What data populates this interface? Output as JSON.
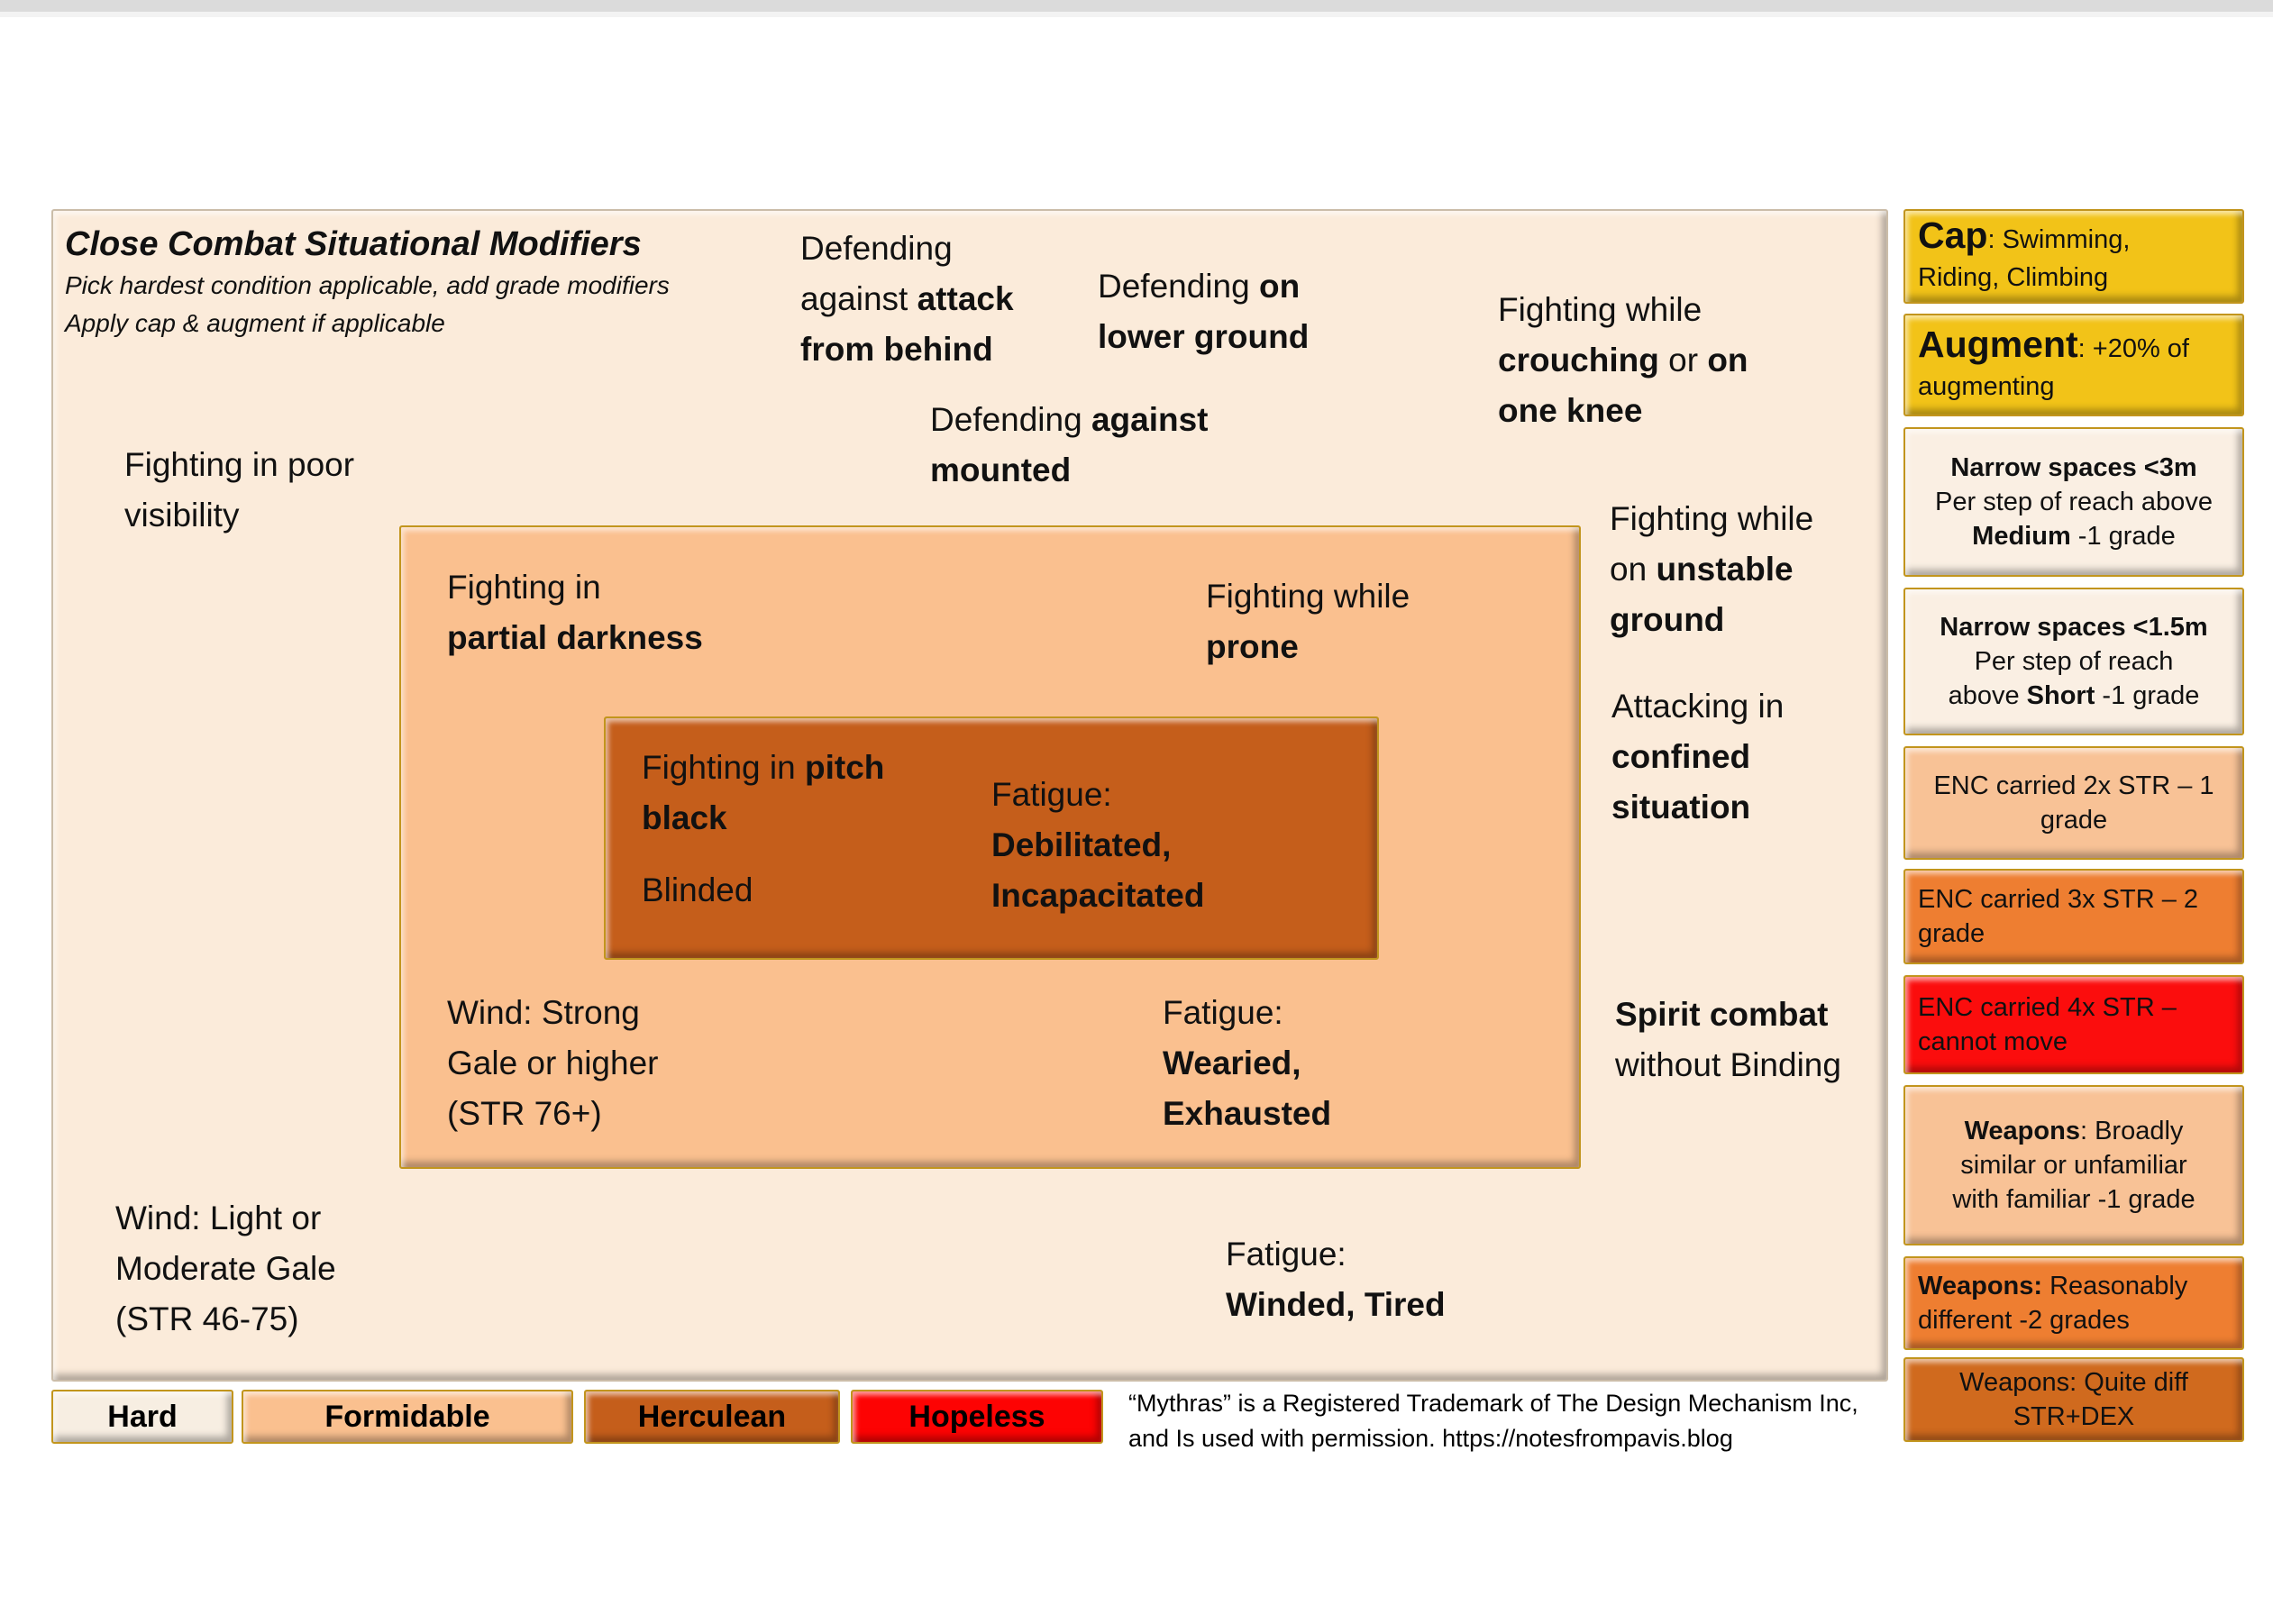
{
  "colors": {
    "hard": "#FBEBDA",
    "formidable": "#FAC08F",
    "herculean": "#C55E1B",
    "hopeless": "#FD0303",
    "gold": "#F2C318",
    "cream_card": "#FAEFE3",
    "peach": "#F8C296",
    "orange": "#EE7E31",
    "enc_red": "#FB0D0D",
    "dark_orange": "#D06A1E"
  },
  "title": {
    "heading": "Close Combat Situational Modifiers",
    "sub1": "Pick hardest condition applicable, add grade modifiers",
    "sub2": "Apply cap & augment if applicable"
  },
  "labels": {
    "defending_behind": [
      [
        [
          "Defending"
        ]
      ],
      [
        [
          "against "
        ],
        [
          "attack",
          1
        ]
      ],
      [
        [
          "from behind",
          1
        ]
      ]
    ],
    "defending_lower": [
      [
        [
          "Defending "
        ],
        [
          "on",
          1
        ]
      ],
      [
        [
          "lower ground",
          1
        ]
      ]
    ],
    "crouching": [
      [
        [
          "Fighting while"
        ]
      ],
      [
        [
          "crouching",
          1
        ],
        [
          " or "
        ],
        [
          "on",
          1
        ]
      ],
      [
        [
          "one knee",
          1
        ]
      ]
    ],
    "defending_mounted": [
      [
        [
          "Defending "
        ],
        [
          "against",
          1
        ]
      ],
      [
        [
          "mounted",
          1
        ]
      ]
    ],
    "poor_visibility": [
      [
        [
          "Fighting in poor"
        ]
      ],
      [
        [
          "visibility"
        ]
      ]
    ],
    "unstable_ground": [
      [
        [
          "Fighting while"
        ]
      ],
      [
        [
          "on "
        ],
        [
          "unstable",
          1
        ]
      ],
      [
        [
          "ground",
          1
        ]
      ]
    ],
    "partial_darkness": [
      [
        [
          "Fighting in"
        ]
      ],
      [
        [
          "partial darkness",
          1
        ]
      ]
    ],
    "prone": [
      [
        [
          "Fighting while"
        ]
      ],
      [
        [
          "prone",
          1
        ]
      ]
    ],
    "confined": [
      [
        [
          "Attacking in"
        ]
      ],
      [
        [
          "confined",
          1
        ]
      ],
      [
        [
          "situation",
          1
        ]
      ]
    ],
    "pitch_black": [
      [
        [
          "Fighting in "
        ],
        [
          "pitch",
          1
        ]
      ],
      [
        [
          "black",
          1
        ]
      ]
    ],
    "blinded": [
      [
        [
          "Blinded"
        ]
      ]
    ],
    "fatigue_debilitated": [
      [
        [
          "Fatigue:"
        ]
      ],
      [
        [
          "Debilitated,",
          1
        ]
      ],
      [
        [
          "Incapacitated",
          1
        ]
      ]
    ],
    "wind_strong": [
      [
        [
          "Wind: Strong"
        ]
      ],
      [
        [
          "Gale or higher"
        ]
      ],
      [
        [
          "(STR 76+)"
        ]
      ]
    ],
    "fatigue_wearied": [
      [
        [
          "Fatigue:"
        ]
      ],
      [
        [
          "Wearied,",
          1
        ]
      ],
      [
        [
          "Exhausted",
          1
        ]
      ]
    ],
    "spirit_combat": [
      [
        [
          "Spirit combat",
          1
        ]
      ],
      [
        [
          "without Binding"
        ]
      ]
    ],
    "wind_light": [
      [
        [
          "Wind: Light or"
        ]
      ],
      [
        [
          "Moderate Gale"
        ]
      ],
      [
        [
          "(STR 46-75)"
        ]
      ]
    ],
    "fatigue_winded": [
      [
        [
          "Fatigue:"
        ]
      ],
      [
        [
          "Winded, Tired",
          1
        ]
      ]
    ]
  },
  "legend": {
    "hard": "Hard",
    "formidable": "Formidable",
    "herculean": "Herculean",
    "hopeless": "Hopeless"
  },
  "footer": {
    "line1": "“Mythras” is a Registered Trademark of The Design Mechanism Inc,",
    "line2": "and Is used with permission. https://notesfrompavis.blog"
  },
  "sidebar": {
    "cap": [
      [
        [
          "Cap",
          1
        ],
        [
          ": Swimming,"
        ]
      ],
      [
        [
          "Riding, Climbing"
        ]
      ]
    ],
    "augment": [
      [
        [
          "Augment",
          1
        ],
        [
          ": +20% of"
        ]
      ],
      [
        [
          "augmenting"
        ]
      ]
    ],
    "narrow_3m": [
      [
        [
          "Narrow spaces <3m",
          1
        ]
      ],
      [
        [
          "Per step of reach above"
        ]
      ],
      [
        [
          "Medium",
          1
        ],
        [
          " -1 grade"
        ]
      ]
    ],
    "narrow_1_5m": [
      [
        [
          "Narrow spaces <1.5m",
          1
        ]
      ],
      [
        [
          "Per  step of reach"
        ]
      ],
      [
        [
          "above "
        ],
        [
          "Short",
          1
        ],
        [
          " -1 grade"
        ]
      ]
    ],
    "enc_2x": [
      [
        [
          "ENC carried 2x STR – 1"
        ]
      ],
      [
        [
          "grade"
        ]
      ]
    ],
    "enc_3x": [
      [
        [
          "ENC carried 3x STR – 2"
        ]
      ],
      [
        [
          "grade"
        ]
      ]
    ],
    "enc_4x": [
      [
        [
          "ENC carried 4x STR –"
        ]
      ],
      [
        [
          "cannot move"
        ]
      ]
    ],
    "weapons_broadly": [
      [
        [
          "Weapons",
          1
        ],
        [
          ": Broadly"
        ]
      ],
      [
        [
          "similar  or unfamiliar"
        ]
      ],
      [
        [
          "with familiar -1 grade"
        ]
      ]
    ],
    "weapons_reasonably": [
      [
        [
          "Weapons:",
          1
        ],
        [
          " Reasonably"
        ]
      ],
      [
        [
          "different -2 grades"
        ]
      ]
    ],
    "weapons_quite": [
      [
        [
          "Weapons: Quite diff"
        ]
      ],
      [
        [
          "STR+DEX"
        ]
      ]
    ]
  }
}
